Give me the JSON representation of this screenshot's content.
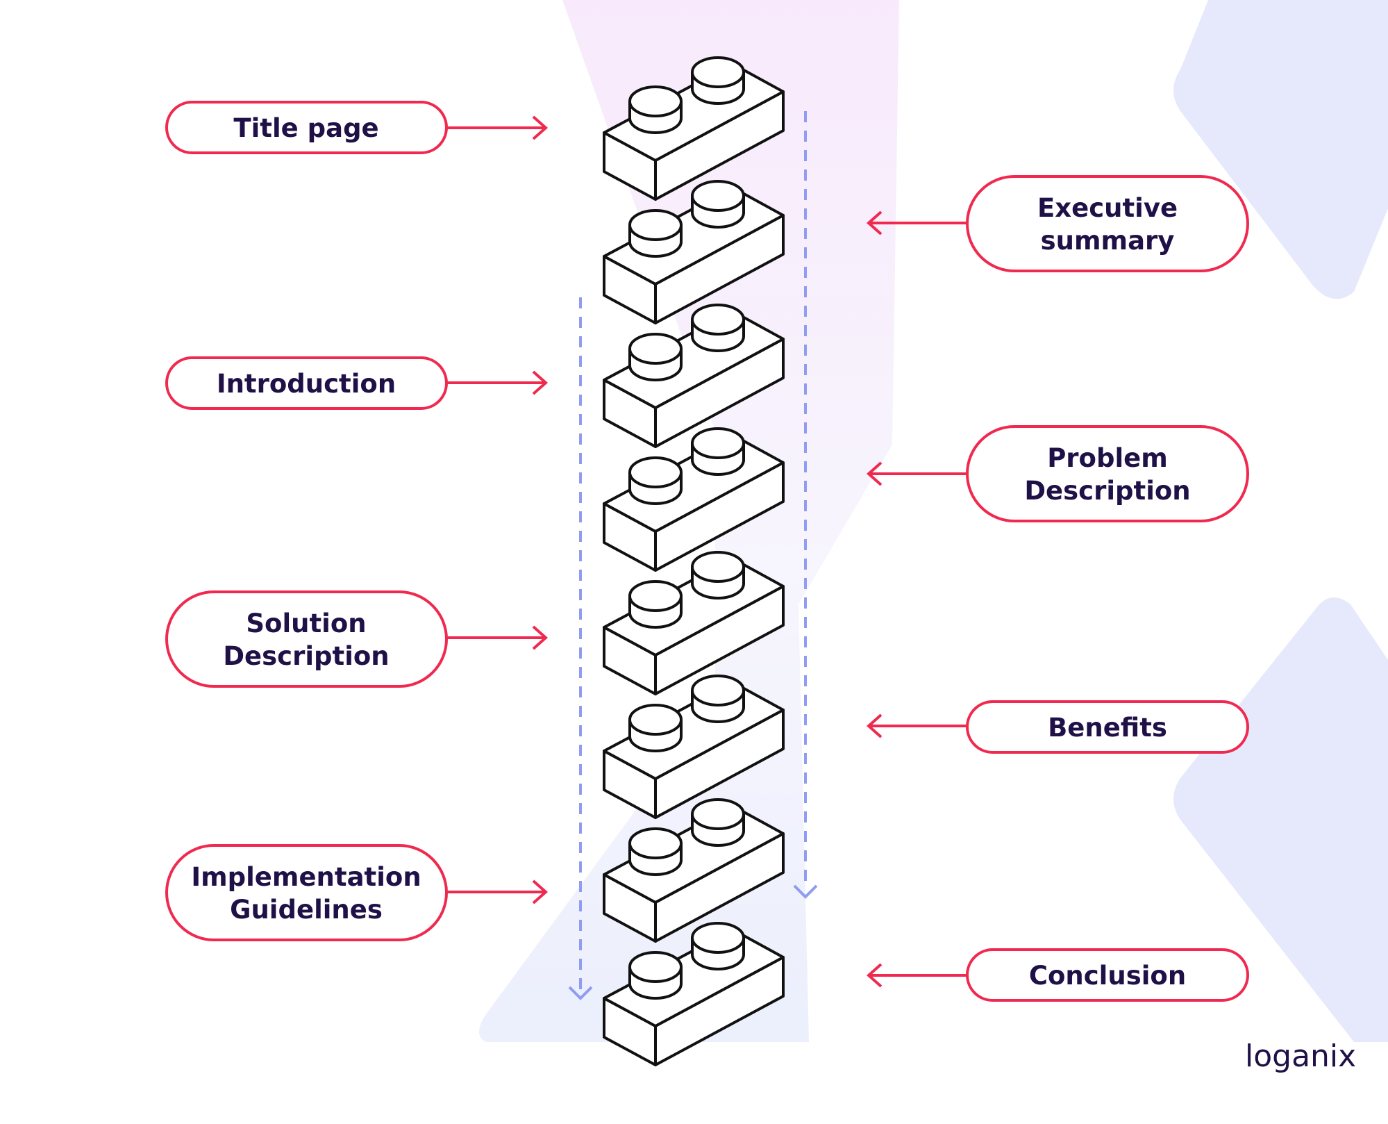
{
  "diagram": {
    "left_labels": [
      {
        "lines": [
          "Title page"
        ]
      },
      {
        "lines": [
          "Introduction"
        ]
      },
      {
        "lines": [
          "Solution",
          "Description"
        ]
      },
      {
        "lines": [
          "Implementation",
          "Guidelines"
        ]
      }
    ],
    "right_labels": [
      {
        "lines": [
          "Executive",
          "summary"
        ]
      },
      {
        "lines": [
          "Problem",
          "Description"
        ]
      },
      {
        "lines": [
          "Benefits"
        ]
      },
      {
        "lines": [
          "Conclusion"
        ]
      }
    ],
    "brick_count": 8
  },
  "brand": {
    "logo_text": "loganix"
  },
  "colors": {
    "label_border": "#f0294f",
    "arrow": "#f0294f",
    "label_text": "#1f1147",
    "brick_stroke": "#111111",
    "dashed_flow": "#8f9cf2",
    "background_shape": "#e6e9fb",
    "background_gradient_top": "#f8e9fb",
    "logo": "#1f1147"
  }
}
